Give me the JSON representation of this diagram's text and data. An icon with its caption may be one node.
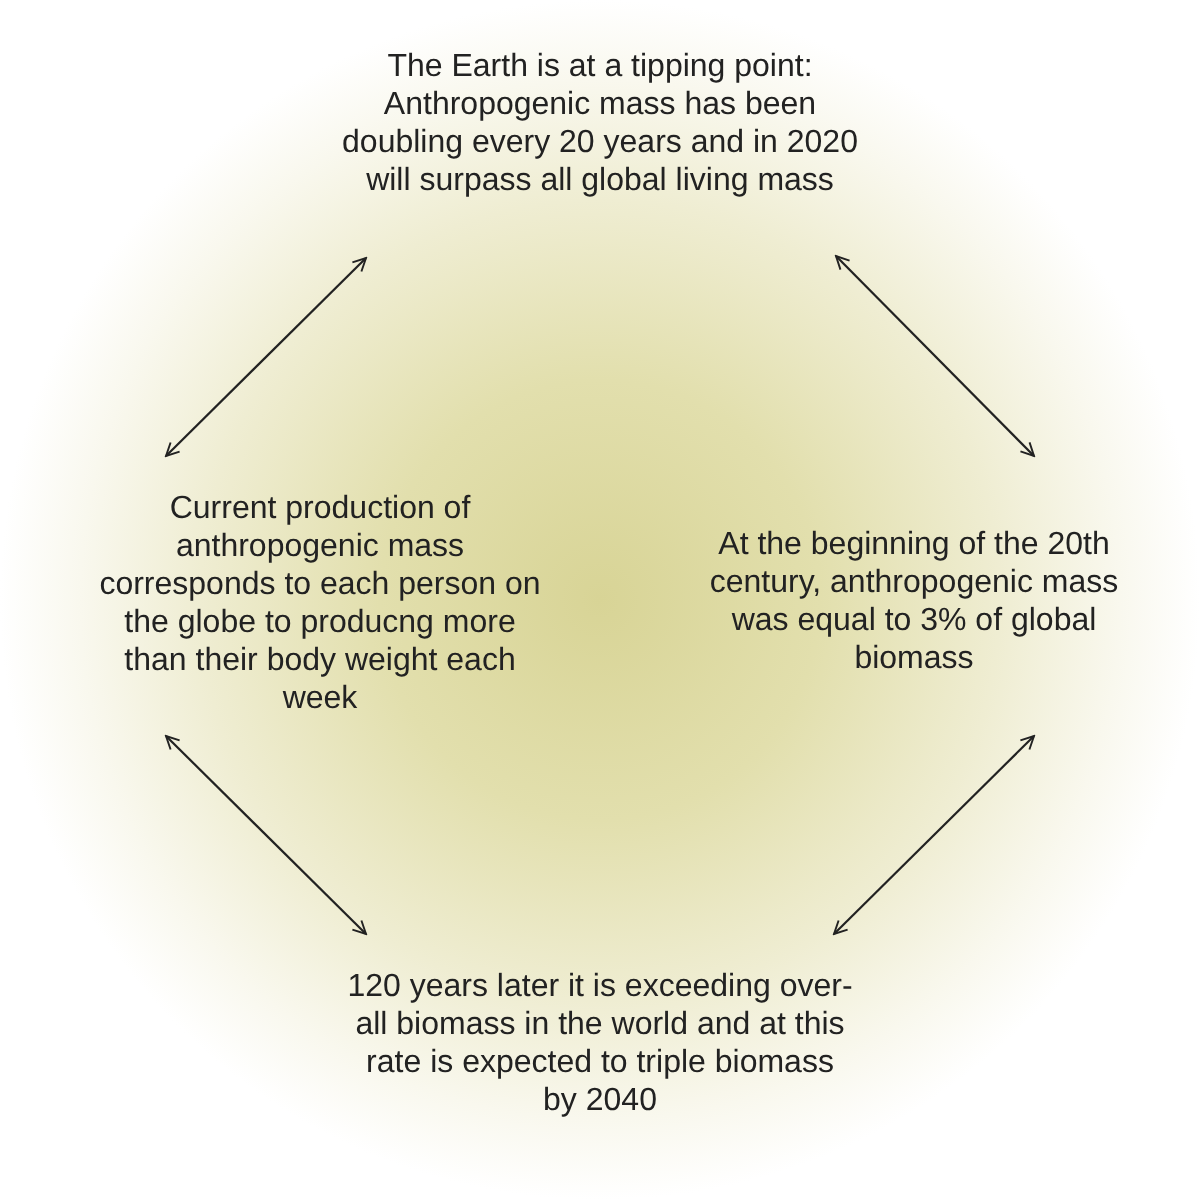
{
  "diagram": {
    "nodes": [
      {
        "text": [
          "The Earth is at a tipping point: Anthropogenic mass has been doubling every 20 years and in 2020 will surpass all global living mass"
        ]
      },
      {
        "text": [
          "Current production of anthropogenic mass corresponds to each person on the globe to producng more than their body weight each week"
        ]
      },
      {
        "text": [
          "At the beginning of the 20th century, anthropogenic mass was equal to 3% of global biomass"
        ]
      },
      {
        "text": [
          "120 years later it is exceeding over-all biomass in the world and at this rate is expected to triple biomass by 2040"
        ]
      }
    ],
    "edges": [
      {
        "from": 0,
        "to": 1,
        "arrow": "both"
      },
      {
        "from": 0,
        "to": 2,
        "arrow": "both"
      },
      {
        "from": 1,
        "to": 3,
        "arrow": "both"
      },
      {
        "from": 2,
        "to": 3,
        "arrow": "both"
      }
    ]
  }
}
